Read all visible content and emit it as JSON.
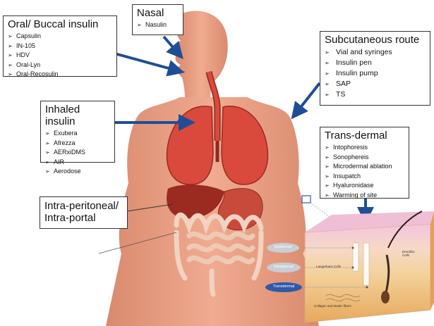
{
  "routes": {
    "oral": {
      "title": "Oral/ Buccal insulin",
      "items": [
        "Capsulin",
        "IN-105",
        "HDV",
        "Oral-Lyn",
        "Oral-Recosulin"
      ]
    },
    "nasal": {
      "title": "Nasal",
      "items": [
        "Nasulin"
      ]
    },
    "subcutaneous": {
      "title": "Subcutaneous route",
      "items": [
        "Vial and syringes",
        "Insulin pen",
        "Insulin pump",
        "SAP",
        "TS"
      ]
    },
    "inhaled": {
      "title": "Inhaled insulin",
      "items": [
        "Exubera",
        "Afrezza",
        "AERxiDMS",
        "AIR",
        "Aerodose"
      ]
    },
    "transdermal": {
      "title": "Trans-dermal",
      "items": [
        "Intophoresis",
        "Sonophereis",
        "Microdermal ablation",
        "Insupatch",
        "Hyaluronidase",
        "Warming of site"
      ]
    },
    "peritoneal": {
      "line1": "Intra-peritoneal/",
      "line2": "Intra-portal"
    }
  },
  "skin_diagram": {
    "labels": [
      "Epidermal",
      "Intradermal",
      "Transdermal"
    ],
    "annotations": [
      "Langerhans Cells",
      "Dendritic Cells",
      "Collagen and elastic fibers"
    ]
  },
  "colors": {
    "body": "#e9a085",
    "body_shade": "#d98a6e",
    "lungs": "#d9493c",
    "liver": "#9b2a20",
    "stomach": "#c74a3a",
    "intestine": "#f2d2c0",
    "arrow": "#1f4e96",
    "skin_top": "#ecc0d8",
    "skin_layer": "#f1c98a",
    "skin_deep": "#e8b06a",
    "label_grey": "#c9cdd4",
    "label_blue": "#2e5aa8"
  }
}
